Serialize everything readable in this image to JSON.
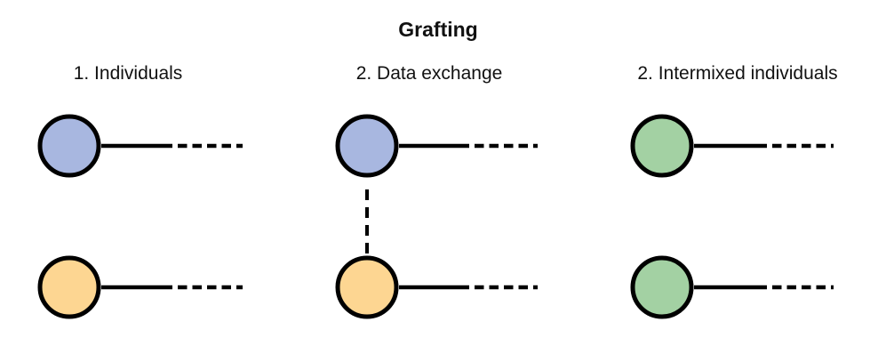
{
  "title": "Grafting",
  "panels": [
    {
      "label": "1. Individuals"
    },
    {
      "label": "2. Data exchange"
    },
    {
      "label": "2. Intermixed individuals"
    }
  ],
  "colors": {
    "individual_blue": "#a8b7e0",
    "individual_orange": "#fdd692",
    "intermixed_green": "#a3d1a3",
    "line": "#000000",
    "background": "#ffffff"
  }
}
